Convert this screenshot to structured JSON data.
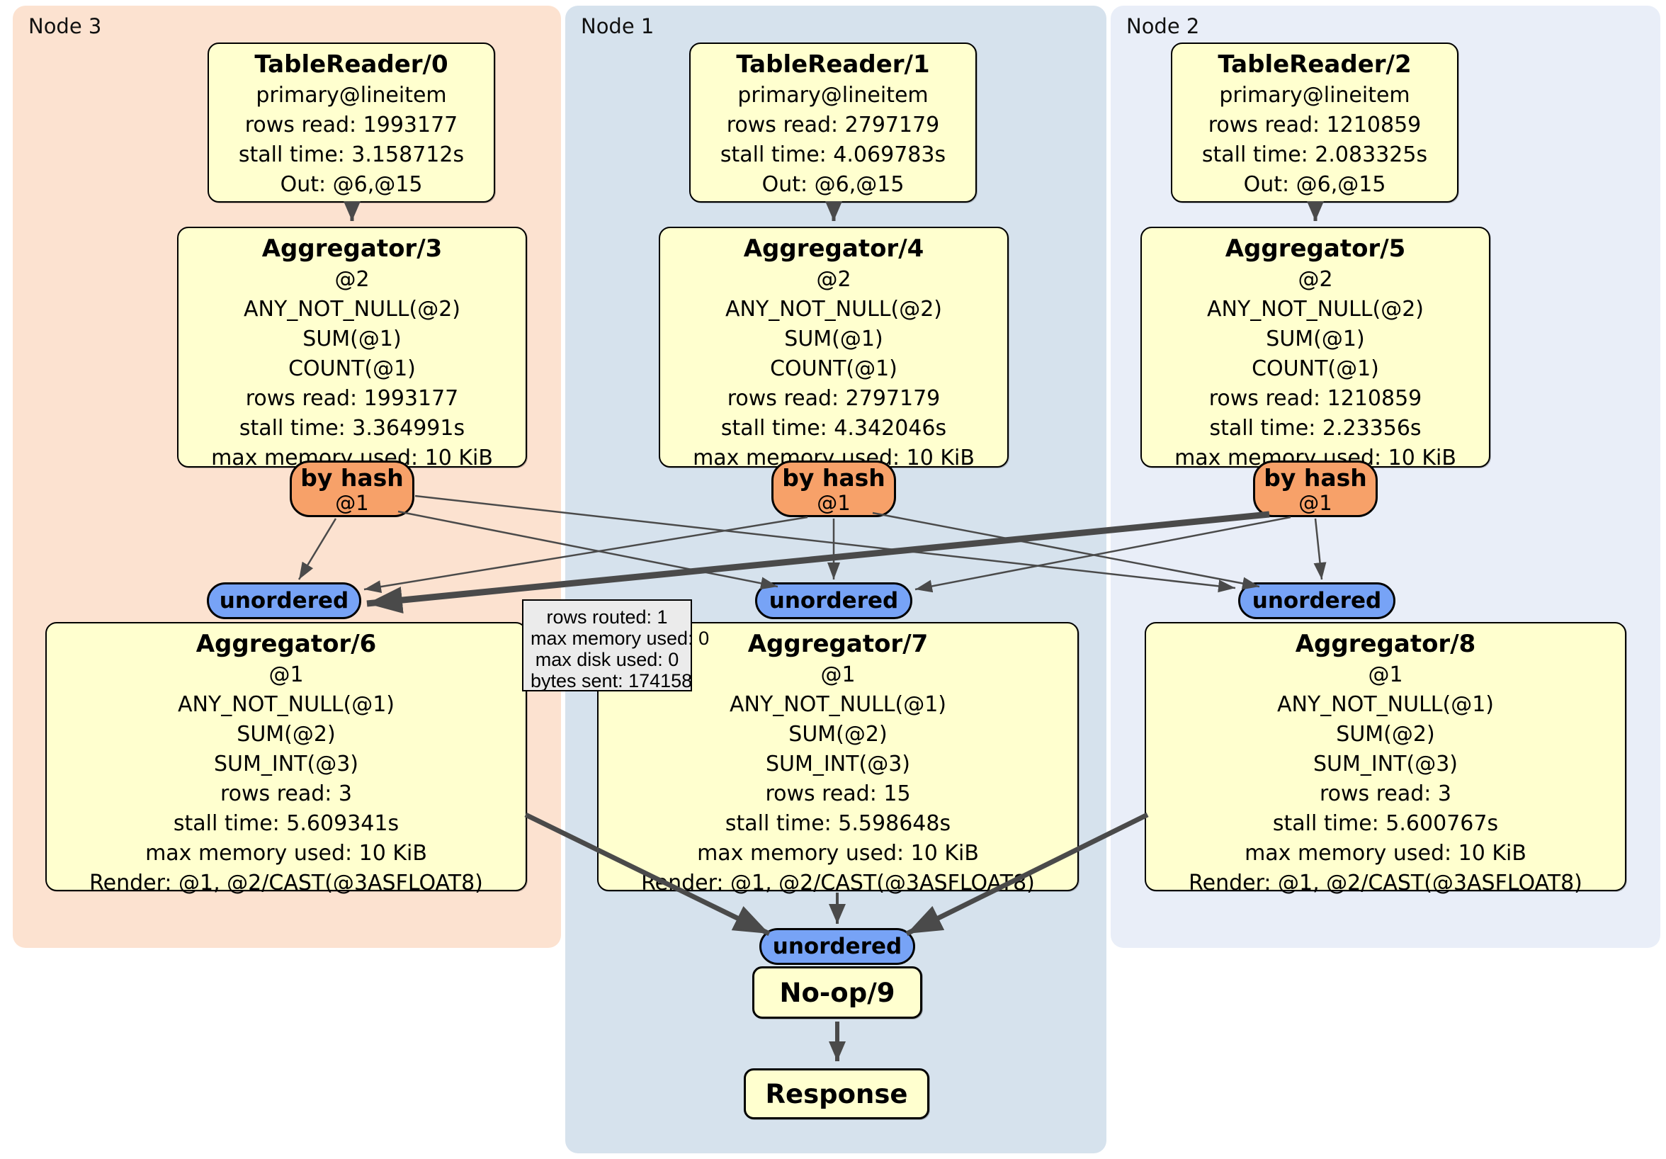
{
  "groups": [
    {
      "id": "node3",
      "label": "Node 3"
    },
    {
      "id": "node1",
      "label": "Node 1"
    },
    {
      "id": "node2",
      "label": "Node 2"
    }
  ],
  "boxes": {
    "tr0": {
      "title": "TableReader/0",
      "lines": [
        "primary@lineitem",
        "rows read: 1993177",
        "stall time: 3.158712s",
        "Out: @6,@15"
      ]
    },
    "tr1": {
      "title": "TableReader/1",
      "lines": [
        "primary@lineitem",
        "rows read: 2797179",
        "stall time: 4.069783s",
        "Out: @6,@15"
      ]
    },
    "tr2": {
      "title": "TableReader/2",
      "lines": [
        "primary@lineitem",
        "rows read: 1210859",
        "stall time: 2.083325s",
        "Out: @6,@15"
      ]
    },
    "agg3": {
      "title": "Aggregator/3",
      "lines": [
        "@2",
        "ANY_NOT_NULL(@2)",
        "SUM(@1)",
        "COUNT(@1)",
        "rows read: 1993177",
        "stall time: 3.364991s",
        "max memory used: 10 KiB"
      ]
    },
    "agg4": {
      "title": "Aggregator/4",
      "lines": [
        "@2",
        "ANY_NOT_NULL(@2)",
        "SUM(@1)",
        "COUNT(@1)",
        "rows read: 2797179",
        "stall time: 4.342046s",
        "max memory used: 10 KiB"
      ]
    },
    "agg5": {
      "title": "Aggregator/5",
      "lines": [
        "@2",
        "ANY_NOT_NULL(@2)",
        "SUM(@1)",
        "COUNT(@1)",
        "rows read: 1210859",
        "stall time: 2.23356s",
        "max memory used: 10 KiB"
      ]
    },
    "agg6": {
      "title": "Aggregator/6",
      "lines": [
        "@1",
        "ANY_NOT_NULL(@1)",
        "SUM(@2)",
        "SUM_INT(@3)",
        "rows read: 3",
        "stall time: 5.609341s",
        "max memory used: 10 KiB",
        "Render: @1, @2/CAST(@3ASFLOAT8)"
      ]
    },
    "agg7": {
      "title": "Aggregator/7",
      "lines": [
        "@1",
        "ANY_NOT_NULL(@1)",
        "SUM(@2)",
        "SUM_INT(@3)",
        "rows read: 15",
        "stall time: 5.598648s",
        "max memory used: 10 KiB",
        "Render: @1, @2/CAST(@3ASFLOAT8)"
      ]
    },
    "agg8": {
      "title": "Aggregator/8",
      "lines": [
        "@1",
        "ANY_NOT_NULL(@1)",
        "SUM(@2)",
        "SUM_INT(@3)",
        "rows read: 3",
        "stall time: 5.600767s",
        "max memory used: 10 KiB",
        "Render: @1, @2/CAST(@3ASFLOAT8)"
      ]
    },
    "noop": {
      "title": "No-op/9"
    },
    "response": {
      "title": "Response"
    }
  },
  "router": {
    "label": "by hash",
    "sub": "@1"
  },
  "sync_label": "unordered",
  "tooltip": {
    "lines": [
      "rows routed: 1",
      "max memory used: 0",
      "max disk used: 0",
      "bytes sent: 174158"
    ]
  },
  "colors": {
    "node3_bg": "#fce2d0",
    "node1_bg": "#d6e2ed",
    "node2_bg": "#e9eef8",
    "box_bg": "#ffffcf",
    "router_bg": "#f7a169",
    "sync_bg": "#77a3f6",
    "tooltip_bg": "#ebebeb",
    "edge": "#4a4a4a"
  }
}
